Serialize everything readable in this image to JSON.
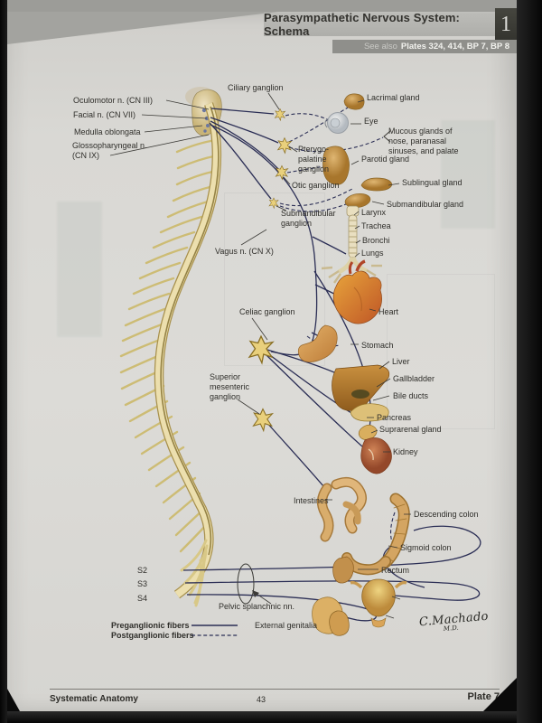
{
  "header": {
    "title": "Parasympathetic Nervous System: Schema",
    "plate_number": "1",
    "see_also_prefix": "See also",
    "see_also_plates": "Plates 324, 414, BP 7, BP 8"
  },
  "labels": {
    "ciliary": "Ciliary ganglion",
    "oculomotor": "Oculomotor n. (CN III)",
    "facial": "Facial n. (CN VII)",
    "medulla": "Medulla oblongata",
    "glossopharyngeal": "Glossopharyngeal n. (CN IX)",
    "lacrimal": "Lacrimal gland",
    "eye": "Eye",
    "mucous": "Mucous glands of nose, paranasal sinuses, and palate",
    "pterygopalatine": "Pterygo-palatine ganglion",
    "parotid": "Parotid gland",
    "otic": "Otic ganglion",
    "sublingual": "Sublingual gland",
    "submandibular_gland": "Submandibular gland",
    "submandibular_ganglion": "Submandibular ganglion",
    "larynx": "Larynx",
    "trachea": "Trachea",
    "bronchi": "Bronchi",
    "lungs": "Lungs",
    "vagus": "Vagus n. (CN X)",
    "heart": "Heart",
    "celiac": "Celiac ganglion",
    "stomach": "Stomach",
    "liver": "Liver",
    "gallbladder": "Gallbladder",
    "bile_ducts": "Bile ducts",
    "superior_mesenteric": "Superior mesenteric ganglion",
    "pancreas": "Pancreas",
    "suprarenal": "Suprarenal gland",
    "kidney": "Kidney",
    "intestines": "Intestines",
    "descending_colon": "Descending colon",
    "sigmoid_colon": "Sigmoid colon",
    "rectum": "Rectum",
    "s2": "S2",
    "s3": "S3",
    "s4": "S4",
    "pelvic": "Pelvic splanchnic nn.",
    "external_genitalia": "External genitalia"
  },
  "legend": {
    "preganglionic": "Preganglionic fibers",
    "postganglionic": "Postganglionic fibers"
  },
  "signature": {
    "name": "C.Machado",
    "degree": "M.D."
  },
  "footer": {
    "section": "Systematic Anatomy",
    "page_number": "43",
    "plate": "Plate 7"
  },
  "colors": {
    "header_bar": "#b5b5b1",
    "plate_box": "#3a3a34",
    "badge": "#8f8f8b",
    "nerve_navy": "#2b2e55",
    "spine_yellow": "#ecdfae",
    "page": "#d9d8d4"
  }
}
